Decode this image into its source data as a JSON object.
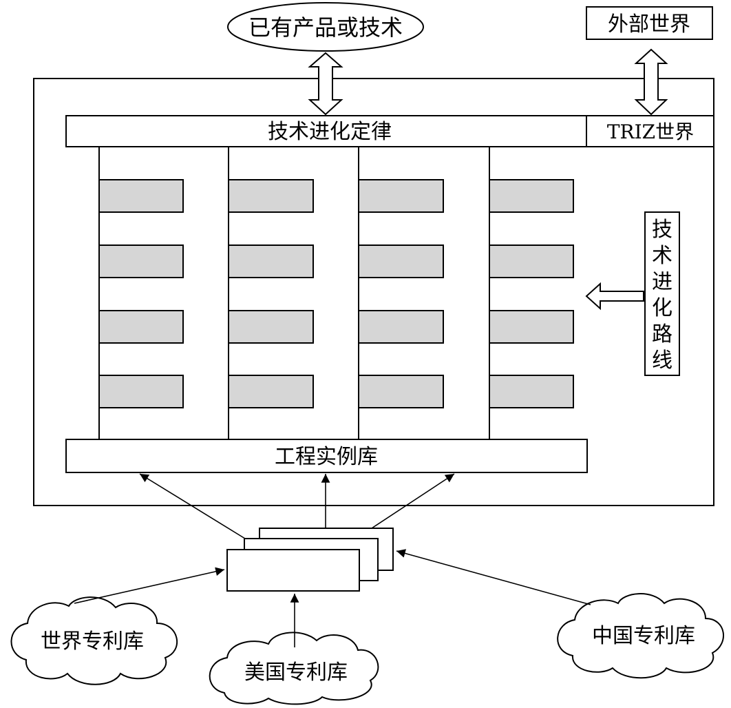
{
  "labels": {
    "existing": "已有产品或技术",
    "outside": "外部世界",
    "laws": "技术进化定律",
    "triz": "TRIZ世界",
    "routes": [
      "技",
      "术",
      "进",
      "化",
      "路",
      "线"
    ],
    "cases": "工程实例库",
    "world_db": "世界专利库",
    "us_db": "美国专利库",
    "cn_db": "中国专利库"
  },
  "colors": {
    "fill_gray": "#d6d6d6",
    "stroke": "#000000"
  }
}
